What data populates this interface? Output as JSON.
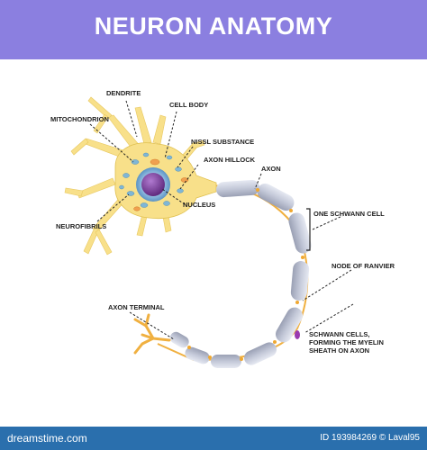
{
  "header": {
    "title": "NEURON ANATOMY"
  },
  "labels": {
    "dendrite": "DENDRITE",
    "cell_body": "CELL BODY",
    "mitochondrion": "MITOCHONDRION",
    "nissl_substance": "NISSL SUBSTANCE",
    "axon_hillock": "AXON HILLOCK",
    "axon": "AXON",
    "nucleus": "NUCLEUS",
    "neurofibrils": "NEUROFIBRILS",
    "one_schwann_cell": "ONE SCHWANN CELL",
    "node_of_ranvier": "NODE OF RANVIER",
    "axon_terminal": "AXON TERMINAL",
    "schwann_cells_line1": "SCHWANN CELLS,",
    "schwann_cells_line2": "FORMING THE MYELIN",
    "schwann_cells_line3": "SHEATH ON AXON"
  },
  "footer": {
    "site": "dreamstime.com",
    "id_text": "ID 193984269 © Laval95"
  },
  "colors": {
    "header": "#8b7fe0",
    "footer": "#2a6fad",
    "cell_body": "#f8e08a",
    "myelin": "#c6cbdb",
    "nucleus": "#7a3a9a",
    "vesicle": "#7fb6d6",
    "node": "#f0a830"
  }
}
